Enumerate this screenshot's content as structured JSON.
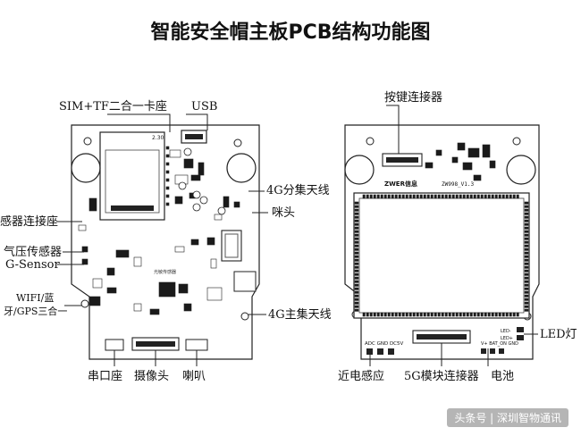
{
  "title": "智能安全帽主板PCB结构功能图",
  "left_board": {
    "labels": {
      "sim_tf": "SIM+TF二合一卡座",
      "usb": "USB",
      "antenna_4g_div": "4G分集天线",
      "mic": "咪头",
      "sensor_connector": "感器连接座",
      "pressure_sensor": "气压传感器",
      "gsensor": "G-Sensor",
      "wifi_1": "WIFI/蓝",
      "wifi_2": "牙/GPS三合一",
      "antenna_4g_main": "4G主集天线",
      "serial_port": "串口座",
      "camera": "摄像头",
      "speaker": "喇叭"
    },
    "silk": {
      "card_mark": "2.30",
      "light_sensor": "光敏传感器"
    }
  },
  "right_board": {
    "labels": {
      "key_connector": "按键连接器",
      "led": "LED灯",
      "proximity": "近电感应",
      "connector_5g": "5G模块连接器",
      "battery": "电池"
    },
    "silk": {
      "brand": "ZWER信息",
      "model": "ZW998_V1.3",
      "adc_row": "ADC GND DC5V",
      "led_minus": "LED-",
      "led_plus": "LED+",
      "bat_side": "V+ BAT_ON GND"
    }
  },
  "watermark": "头条号 | 深圳智物通讯",
  "colors": {
    "ink": "#111111",
    "board_fill": "#ffffff",
    "chip": "#1a1a1a"
  }
}
